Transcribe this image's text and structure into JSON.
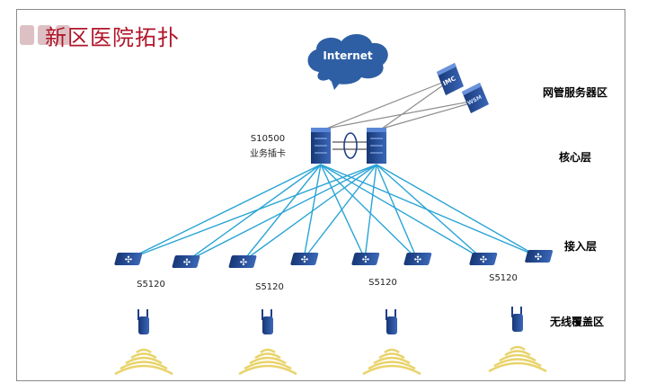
{
  "title": "新区医院拓扑",
  "internet_label": "Internet",
  "server_labels": [
    "IMC",
    "WSM"
  ],
  "core": {
    "model": "S10500",
    "card": "业务插卡"
  },
  "access_labels": [
    "S5120",
    "S5120",
    "S5120",
    "S5120"
  ],
  "layers": [
    "网管服务器区",
    "核心层",
    "接入层",
    "无线覆盖区"
  ],
  "colors": {
    "title": "#b0152a",
    "link": "#2aa4d6",
    "cloud": "#2e5fa4",
    "device": "#1f3f88",
    "wifi": "#e9d36a"
  }
}
